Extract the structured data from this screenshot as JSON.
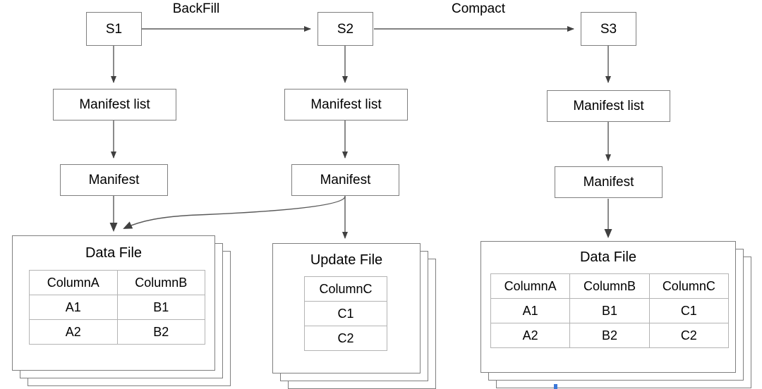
{
  "diagram": {
    "title": "Iceberg table snapshot lineage diagram",
    "stroke_color": "#7f7f7f",
    "table_border_color": "#b4b4b4",
    "background": "#ffffff",
    "accent_marker_color": "#3c78d8"
  },
  "edge_labels": {
    "backfill": "BackFill",
    "compact": "Compact"
  },
  "columns": [
    {
      "id": "s1",
      "snapshot": "S1",
      "manifest_list": "Manifest list",
      "manifest": "Manifest",
      "file": {
        "title": "Data File",
        "headers": [
          "ColumnA",
          "ColumnB"
        ],
        "rows": [
          [
            "A1",
            "B1"
          ],
          [
            "A2",
            "B2"
          ]
        ]
      }
    },
    {
      "id": "s2",
      "snapshot": "S2",
      "manifest_list": "Manifest list",
      "manifest": "Manifest",
      "file": {
        "title": "Update File",
        "headers": [
          "ColumnC"
        ],
        "rows": [
          [
            "C1"
          ],
          [
            "C2"
          ]
        ]
      }
    },
    {
      "id": "s3",
      "snapshot": "S3",
      "manifest_list": "Manifest list",
      "manifest": "Manifest",
      "file": {
        "title": "Data File",
        "headers": [
          "ColumnA",
          "ColumnB",
          "ColumnC"
        ],
        "rows": [
          [
            "A1",
            "B1",
            "C1"
          ],
          [
            "A2",
            "B2",
            "C2"
          ]
        ]
      }
    }
  ]
}
